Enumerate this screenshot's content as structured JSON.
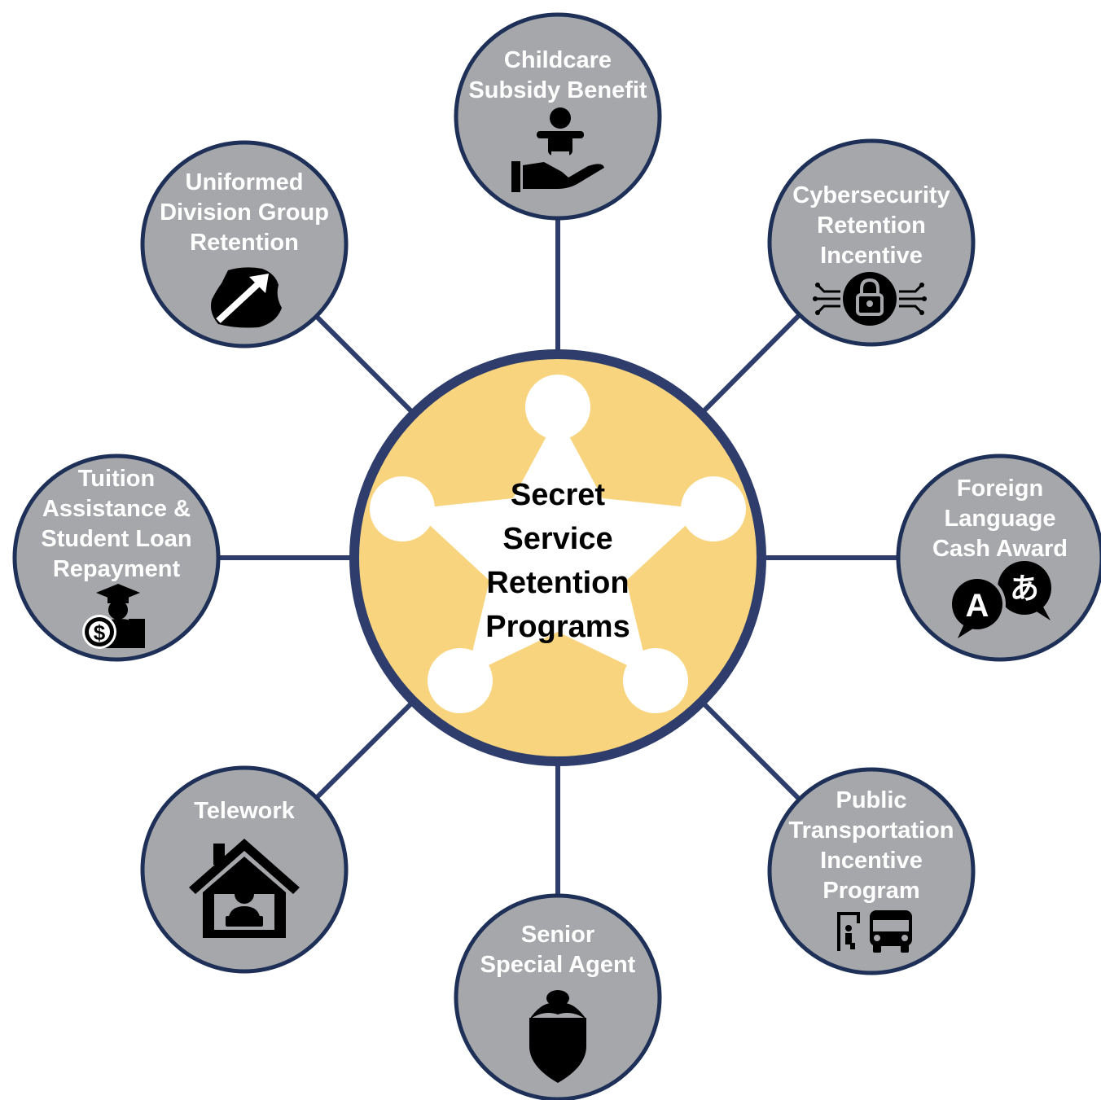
{
  "colors": {
    "spoke": "#2e3d6b",
    "node_fill": "#a6a7aa",
    "node_stroke": "#1e3057",
    "center_fill": "#f8d47e",
    "center_stroke": "#2e3d6b",
    "star": "#ffffff",
    "icon": "#000000",
    "text_node": "#ffffff",
    "text_center": "#000000"
  },
  "center": {
    "lines": [
      "Secret",
      "Service",
      "Retention",
      "Programs"
    ],
    "icon": "star-badge-icon"
  },
  "nodes": [
    {
      "id": "childcare",
      "lines": [
        "Childcare",
        "Subsidy Benefit"
      ],
      "icon": "child-in-hand-icon"
    },
    {
      "id": "cybersecurity",
      "lines": [
        "Cybersecurity",
        "Retention",
        "Incentive"
      ],
      "icon": "circuit-lock-icon"
    },
    {
      "id": "foreign-language",
      "lines": [
        "Foreign",
        "Language",
        "Cash Award"
      ],
      "icon": "language-speech-bubbles-icon"
    },
    {
      "id": "public-transportation",
      "lines": [
        "Public",
        "Transportation",
        "Incentive",
        "Program"
      ],
      "icon": "bus-stop-icon"
    },
    {
      "id": "senior-special-agent",
      "lines": [
        "Senior",
        "Special Agent"
      ],
      "icon": "eagle-badge-icon"
    },
    {
      "id": "telework",
      "lines": [
        "Telework"
      ],
      "icon": "house-laptop-icon"
    },
    {
      "id": "tuition",
      "lines": [
        "Tuition",
        "Assistance &",
        "Student Loan",
        "Repayment"
      ],
      "icon": "graduate-dollar-icon"
    },
    {
      "id": "uniformed-division",
      "lines": [
        "Uniformed",
        "Division Group",
        "Retention"
      ],
      "icon": "shield-arrow-icon"
    }
  ]
}
